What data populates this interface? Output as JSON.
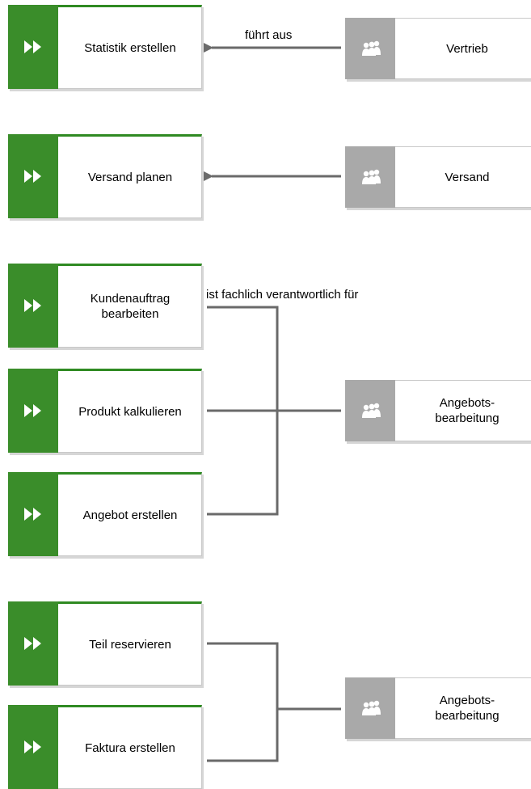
{
  "functions": [
    {
      "label": "Statistik erstellen",
      "icon": "play-forward-icon"
    },
    {
      "label": "Versand planen",
      "icon": "play-forward-icon"
    },
    {
      "label": "Kundenauftrag\nbearbeiten",
      "icon": "play-forward-icon"
    },
    {
      "label": "Produkt kalkulieren",
      "icon": "play-forward-icon"
    },
    {
      "label": "Angebot erstellen",
      "icon": "play-forward-icon"
    },
    {
      "label": "Teil reservieren",
      "icon": "play-forward-icon"
    },
    {
      "label": "Faktura erstellen",
      "icon": "play-forward-icon"
    }
  ],
  "org_units": [
    {
      "label": "Vertrieb",
      "icon": "group-icon"
    },
    {
      "label": "Versand",
      "icon": "group-icon"
    },
    {
      "label": "Angebots-\nbearbeitung",
      "icon": "group-icon"
    },
    {
      "label": "Angebots-\nbearbeitung",
      "icon": "group-icon"
    }
  ],
  "connection_labels": {
    "executes": "führt aus",
    "responsible": "ist fachlich verantwortlich für"
  },
  "colors": {
    "function_accent": "#3a8d2a",
    "org_accent": "#a9a9a9",
    "connector": "#6a6a6a"
  }
}
